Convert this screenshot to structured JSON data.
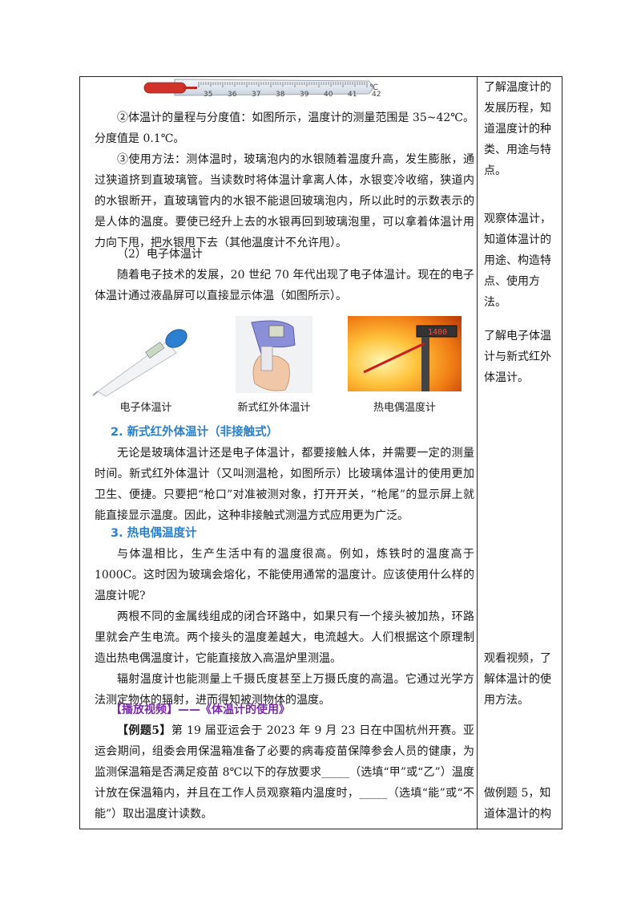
{
  "thermometer": {
    "ticks": [
      "35",
      "36",
      "37",
      "38",
      "39",
      "40",
      "41",
      "42"
    ],
    "unit": "℃"
  },
  "main": {
    "para1": "②体温计的量程与分度值：如图所示，温度计的测量范围是 35~42℃。分度值是 0.1℃。",
    "para2": "③使用方法：测体温时，玻璃泡内的水银随着温度升高，发生膨胀，通过狭道挤到直玻璃管。当读数时将体温计拿离人体，水银变冷收缩，狭道内的水银断开，直玻璃管内的水银不能退回玻璃泡内，所以此时的示数表示的是人体的温度。要使已经升上去的水银再回到玻璃泡里，可以拿着体温计用力向下甩，把水银甩下去（其他温度计不允许甩）。",
    "sub_heading": "（2）电子体温计",
    "para3": "随着电子技术的发展，20 世纪 70 年代出现了电子体温计。现在的电子体温计通过液晶屏可以直接显示体温（如图所示）。",
    "captions": [
      "电子体温计",
      "新式红外体温计",
      "热电偶温度计"
    ],
    "display_reading": "1400",
    "heading2": "2. 新式红外体温计（非接触式）",
    "para4": "无论是玻璃体温计还是电子体温计，都要接触人体，并需要一定的测量时间。新式红外体温计（又叫测温枪，如图所示）比玻璃体温计的使用更加卫生、便捷。只要把“枪口”对准被测对象，打开开关，“枪尾”的显示屏上就能直接显示温度。因此，这种非接触式测温方式应用更为广泛。",
    "heading3": "3. 热电偶温度计",
    "para5": "与体温相比，生产生活中有的温度很高。例如，炼铁时的温度高于 1000C。这时因为玻璃会熔化，不能使用通常的温度计。应该使用什么样的温度计呢?",
    "para6": "两根不同的金属线组成的闭合环路中，如果只有一个接头被加热，环路里就会产生电流。两个接头的温度差越大，电流越大。人们根据这个原理制造出热电偶温度计，它能直接放入高温炉里测温。",
    "para7": "辐射温度计也能测量上千摄氏度甚至上万摄氏度的高温。它通过光学方法测定物体的辐射，进而得知被测物体的温度。",
    "video": "【播放视频】——《体温计的使用》",
    "example_label": "【例题5】",
    "example_text": "第 19 届亚运会于 2023 年 9 月 23 日在中国杭州开赛。亚运会期间，组委会用保温箱准备了必要的病毒疫苗保障参会人员的健康，为监测保温箱是否满足疫苗 8℃以下的存放要求_____（选填“甲”或“乙”）温度计放在保温箱内，并且在工作人员观察箱内温度时，_____（选填“能”或“不能”）取出温度计读数。"
  },
  "side": {
    "note1": "了解温度计的发展历程，知道温度计的种类、用途与特点。",
    "note2": "观察体温计，知道体温计的用途、构造特点、使用方法。",
    "note3": "了解电子体温计与新式红外体温计。",
    "note4": "观看视频，了解体温计的使用方法。",
    "note5": "做例题 5，知道体温计的构"
  }
}
